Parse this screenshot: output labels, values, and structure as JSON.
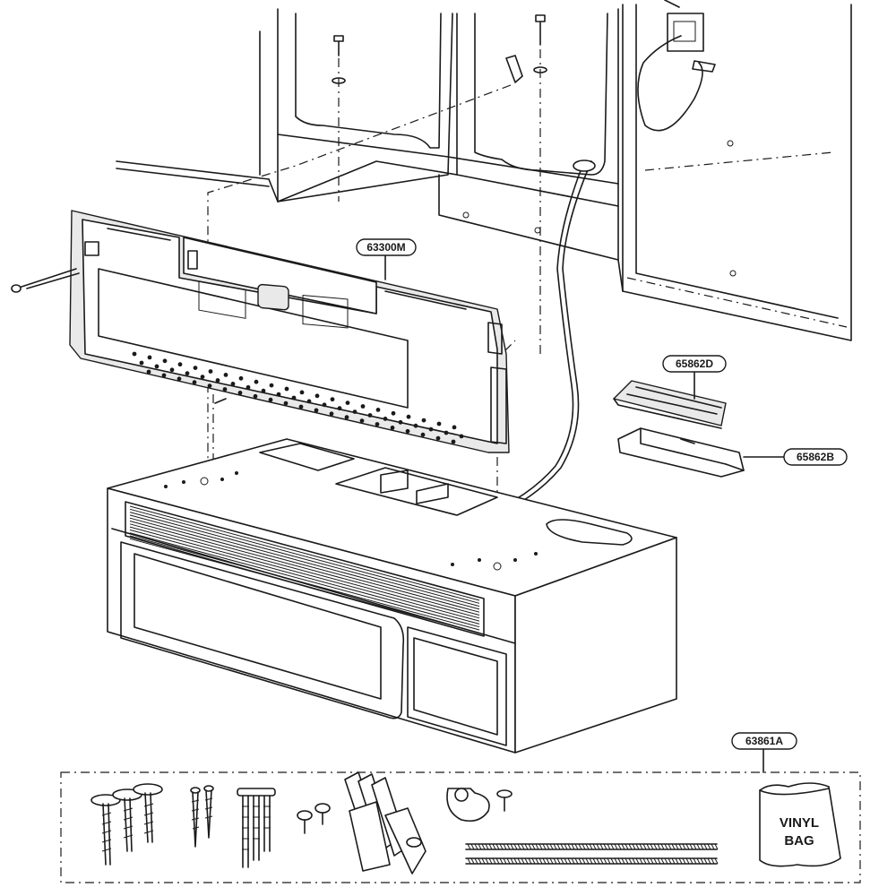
{
  "callouts": {
    "mounting_plate": "63300M",
    "part_65862D": "65862D",
    "part_65862B": "65862B",
    "hardware_kit": "63861A"
  },
  "vinyl_bag": {
    "line1": "VINYL",
    "line2": "BAG"
  }
}
